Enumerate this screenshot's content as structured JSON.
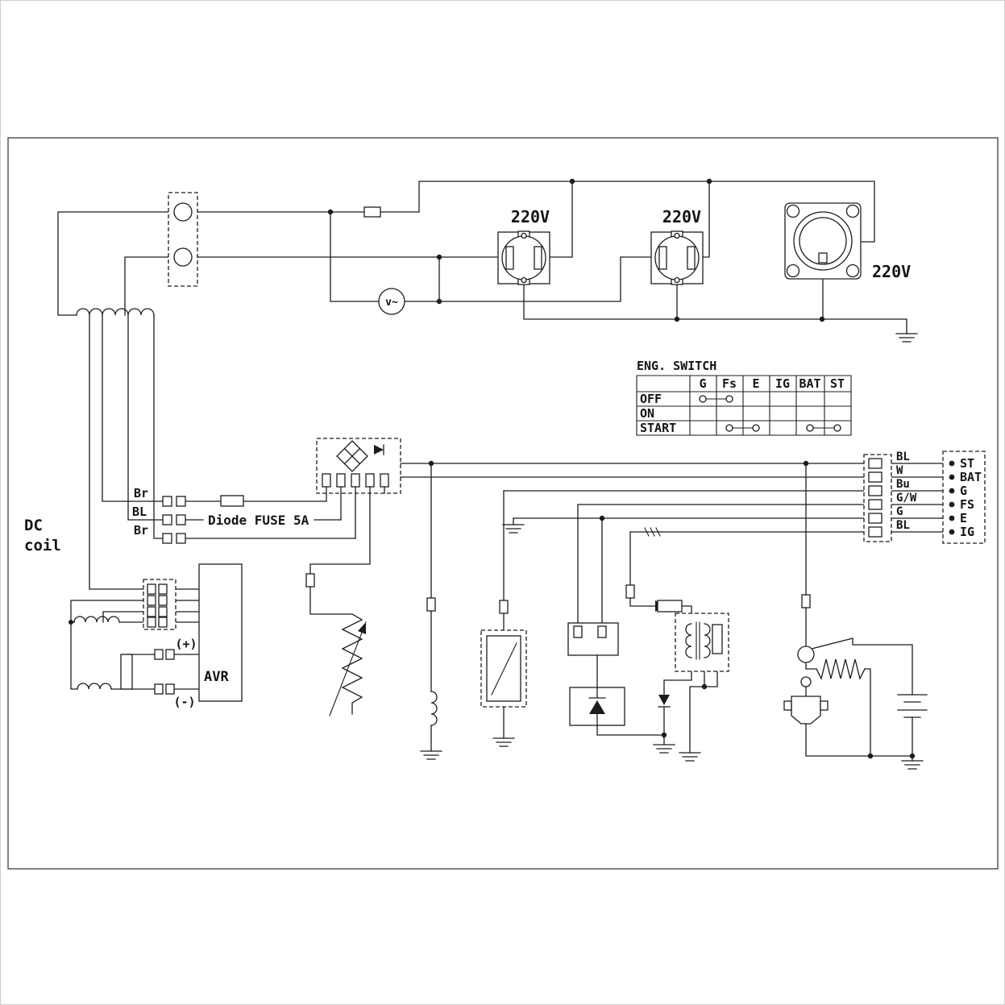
{
  "labels": {
    "outlet1": "220V",
    "outlet2": "220V",
    "outlet3": "220V",
    "voltmeter": "v~",
    "dc_line1": "DC",
    "dc_line2": "coil",
    "wire1": "Br",
    "wire2": "BL",
    "wire3": "Br",
    "fuse": "Diode FUSE 5A",
    "avr": "AVR",
    "plus": "(+)",
    "minus": "(-)"
  },
  "eng_switch": {
    "title": "ENG. SWITCH",
    "columns": [
      "G",
      "Fs",
      "E",
      "IG",
      "BAT",
      "ST"
    ],
    "rows": [
      "OFF",
      "ON",
      "START"
    ]
  },
  "harness": {
    "wire_labels": [
      "BL",
      "W",
      "Bu",
      "G/W",
      "G",
      "BL"
    ],
    "terminals": [
      "ST",
      "BAT",
      "G",
      "FS",
      "E",
      "IG"
    ]
  }
}
